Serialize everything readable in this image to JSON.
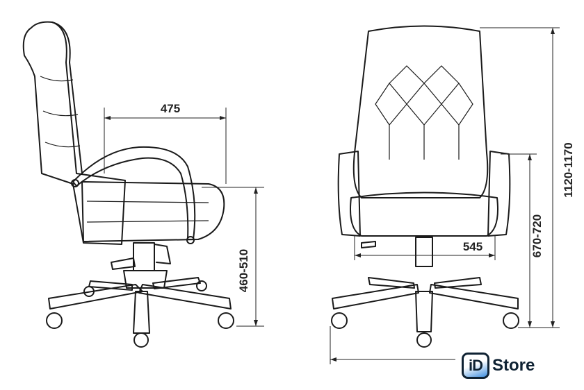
{
  "dimensions": {
    "seat_depth": "475",
    "seat_height": "460-510",
    "seat_width": "545",
    "armrest_height": "670-720",
    "total_height": "1120-1170"
  },
  "logo": {
    "mark": "iD",
    "text": "Store",
    "accent": "#3f8fe0",
    "dark": "#0f2233"
  }
}
